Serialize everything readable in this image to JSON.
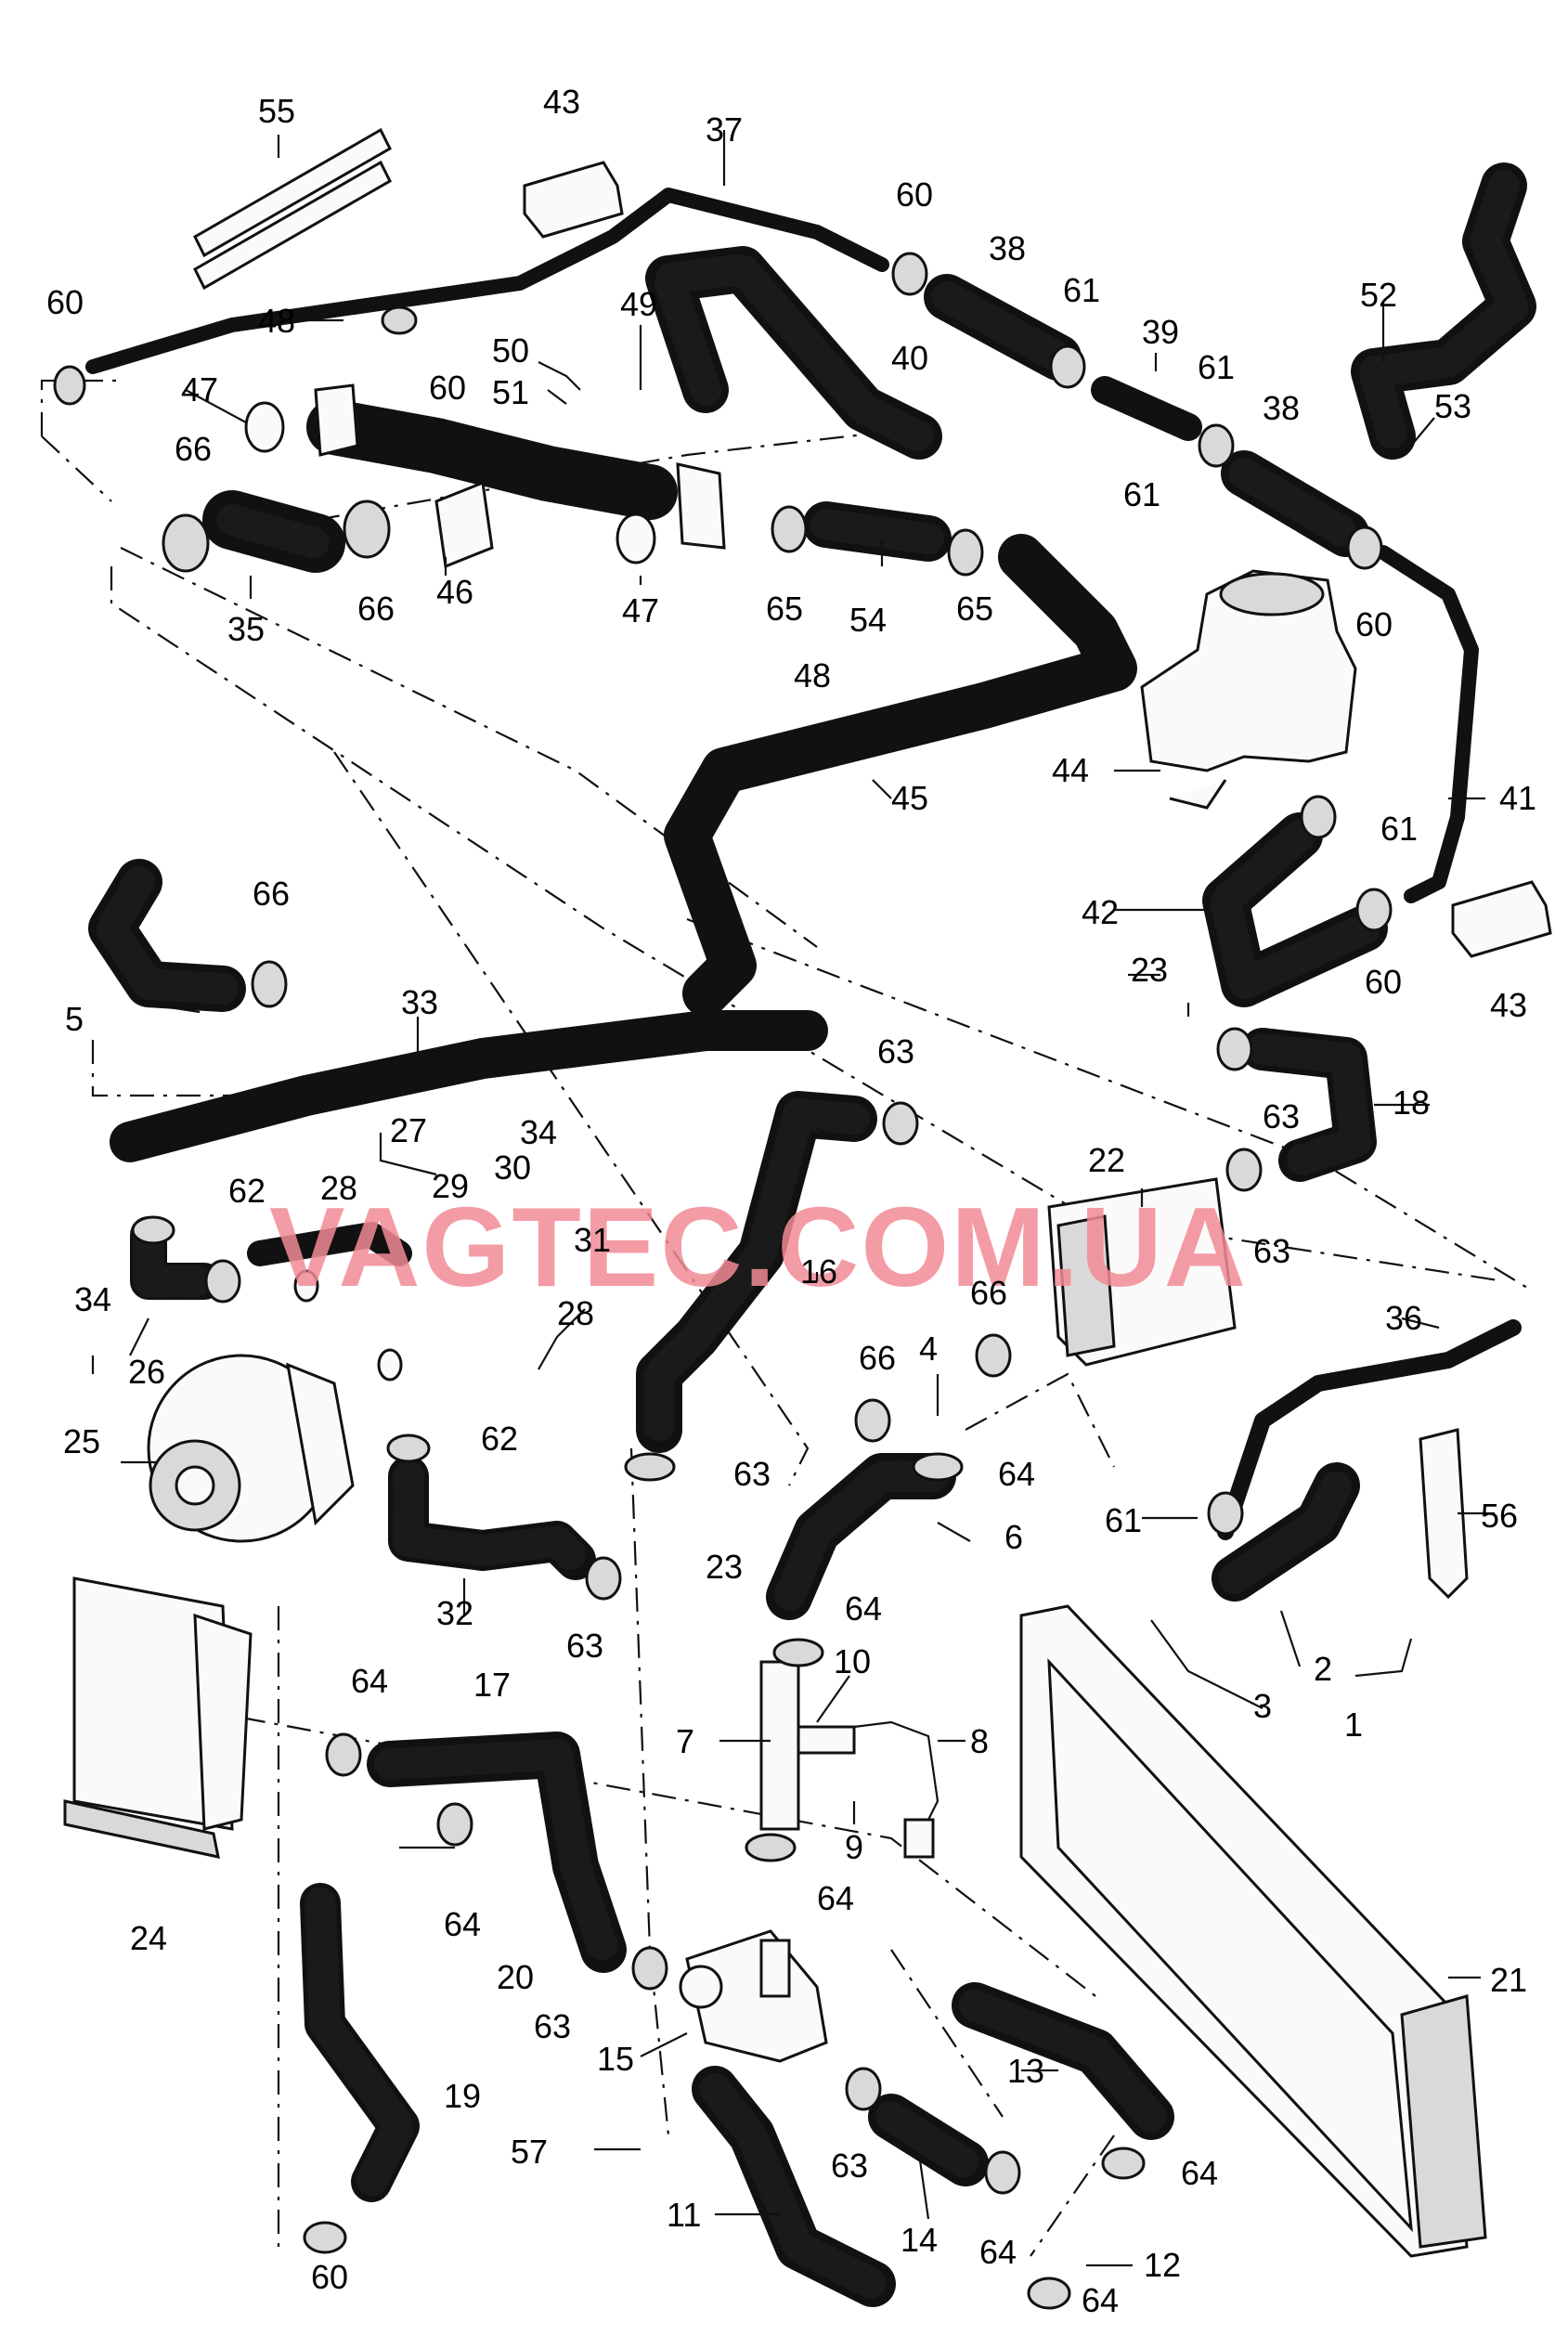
{
  "watermark": "VAGTEC.COM.UA",
  "callouts": {
    "c1": "1",
    "c2": "2",
    "c3": "3",
    "c4": "4",
    "c5": "5",
    "c6": "6",
    "c7": "7",
    "c8": "8",
    "c9": "9",
    "c10": "10",
    "c11": "11",
    "c12": "12",
    "c13": "13",
    "c14": "14",
    "c15": "15",
    "c16": "16",
    "c17": "17",
    "c18": "18",
    "c19": "19",
    "c20": "20",
    "c21": "21",
    "c22": "22",
    "c23": "23",
    "c24": "24",
    "c25": "25",
    "c26": "26",
    "c27": "27",
    "c28": "28",
    "c29": "29",
    "c30": "30",
    "c31": "31",
    "c32": "32",
    "c33": "33",
    "c34": "34",
    "c35": "35",
    "c36": "36",
    "c37": "37",
    "c38": "38",
    "c39": "39",
    "c40": "40",
    "c41": "41",
    "c42": "42",
    "c43": "43",
    "c44": "44",
    "c45": "45",
    "c46": "46",
    "c47": "47",
    "c48": "48",
    "c49": "49",
    "c50": "50",
    "c51": "51",
    "c52": "52",
    "c53": "53",
    "c54": "54",
    "c55": "55",
    "c56": "56",
    "c57": "57",
    "c60": "60",
    "c61": "61",
    "c62": "62",
    "c63": "63",
    "c64": "64",
    "c65": "65",
    "c66": "66"
  }
}
